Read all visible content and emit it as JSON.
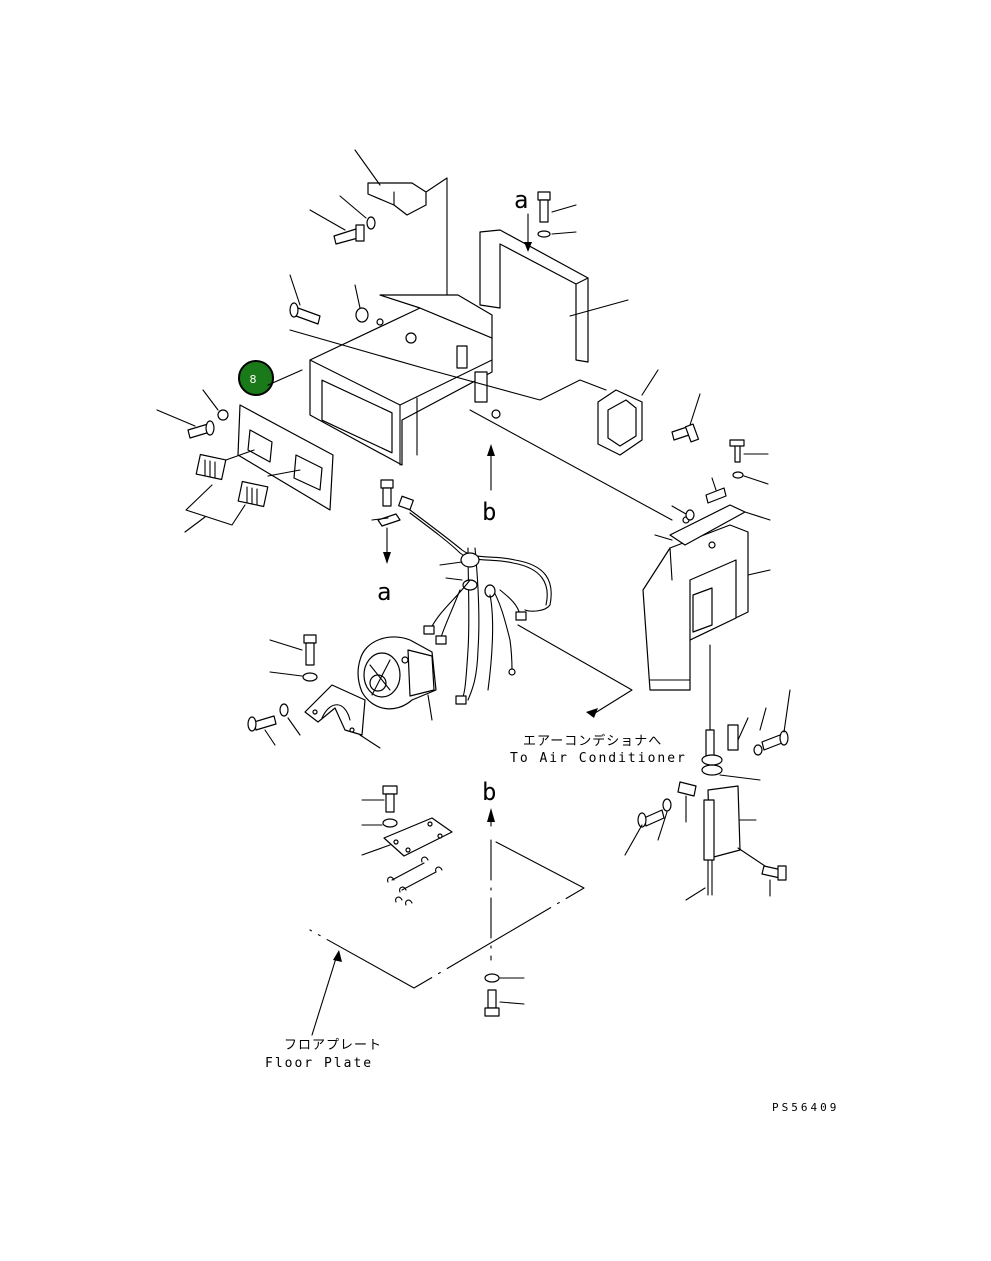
{
  "view_labels": {
    "a_top": "a",
    "a_bottom": "a",
    "b_top": "b",
    "b_bottom": "b"
  },
  "callout": {
    "label": "8",
    "color": "#1a7a1a"
  },
  "air_conditioner_label": {
    "japanese": "エアーコンデショナへ",
    "english": "To Air Conditioner"
  },
  "floor_plate_label": {
    "japanese": "フロアプレート",
    "english": "Floor Plate"
  },
  "drawing_number": "PS56409"
}
